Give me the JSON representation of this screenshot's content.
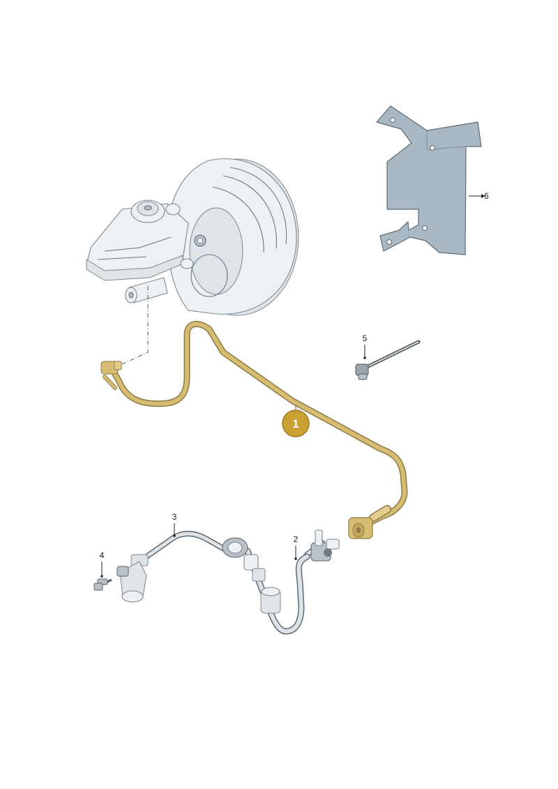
{
  "callouts": [
    {
      "id": "1",
      "highlighted": true
    },
    {
      "id": "2"
    },
    {
      "id": "3"
    },
    {
      "id": "4"
    },
    {
      "id": "5"
    },
    {
      "id": "6"
    }
  ],
  "colors": {
    "highlight_pipe": "#d7bd72",
    "highlight_badge": "#c9a132",
    "parts_outline": "#5e6a73",
    "plate_fill": "#a9b8c3"
  }
}
